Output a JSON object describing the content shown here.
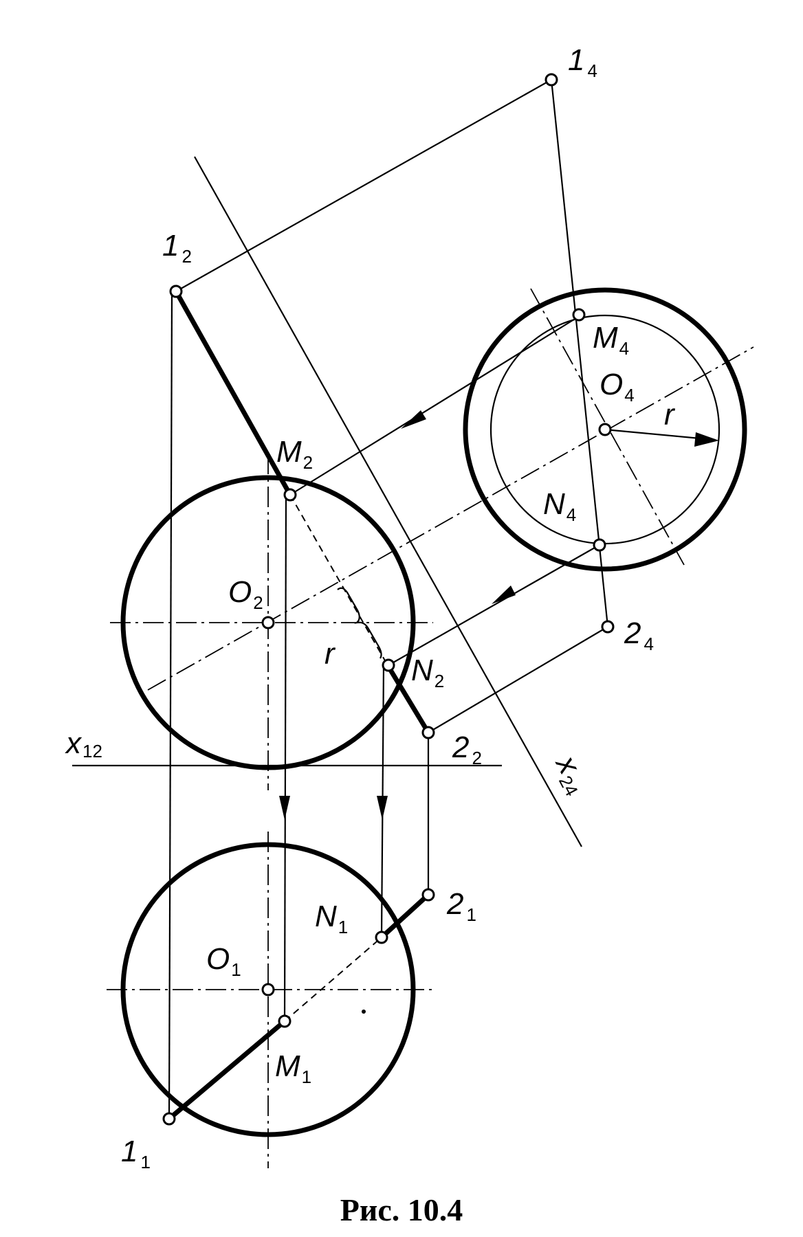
{
  "caption": "Рис. 10.4",
  "points": {
    "p1_4": {
      "main": "1",
      "sub": "4"
    },
    "p1_2": {
      "main": "1",
      "sub": "2"
    },
    "p1_1": {
      "main": "1",
      "sub": "1"
    },
    "p2_4": {
      "main": "2",
      "sub": "4"
    },
    "p2_2": {
      "main": "2",
      "sub": "2"
    },
    "p2_1": {
      "main": "2",
      "sub": "1"
    },
    "M4": {
      "main": "M",
      "sub": "4"
    },
    "O4": {
      "main": "O",
      "sub": "4"
    },
    "N4": {
      "main": "N",
      "sub": "4"
    },
    "M2": {
      "main": "M",
      "sub": "2"
    },
    "O2": {
      "main": "O",
      "sub": "2"
    },
    "N2": {
      "main": "N",
      "sub": "2"
    },
    "O1": {
      "main": "O",
      "sub": "1"
    },
    "N1": {
      "main": "N",
      "sub": "1"
    },
    "M1": {
      "main": "M",
      "sub": "1"
    }
  },
  "axes": {
    "x12": {
      "main": "x",
      "sub": "12"
    },
    "x24": {
      "main": "x",
      "sub": "24"
    }
  },
  "radius_label": "r"
}
